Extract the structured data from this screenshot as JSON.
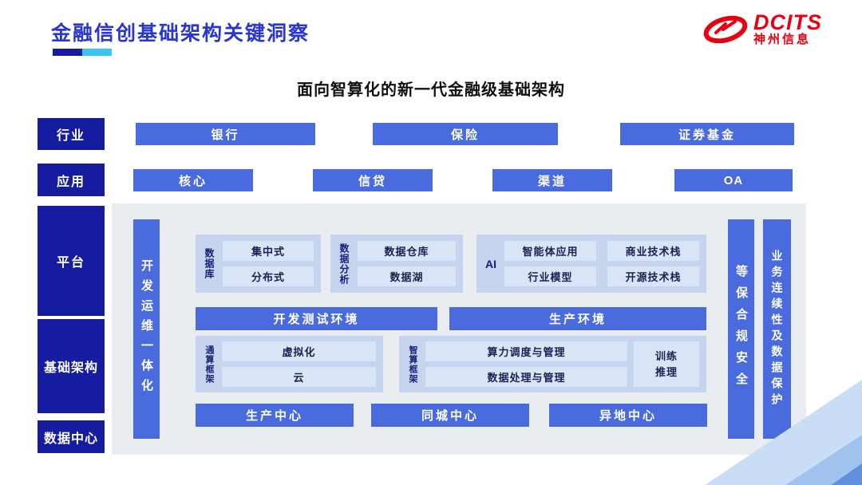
{
  "colors": {
    "navy": "#151c9f",
    "button_blue": "#4a6bdd",
    "light_box": "#d9e4f7",
    "group_bg": "#c6d4ee",
    "panel_bg": "#e9ecf1",
    "title_blue": "#2936cf",
    "accent_cyan": "#38c6f0",
    "logo_red": "#e60012",
    "dark_text": "#1b2150"
  },
  "header": {
    "title": "金融信创基础架构关键洞察",
    "logo": {
      "brand": "DCITS",
      "company": "神州信息"
    }
  },
  "diagram": {
    "subtitle": "面向智算化的新一代金融级基础架构",
    "left_labels": [
      "行业",
      "应用",
      "平台",
      "基础架构",
      "数据中心"
    ],
    "industry_items": [
      "银行",
      "保险",
      "证券基金"
    ],
    "application_items": [
      "核心",
      "信贷",
      "渠道",
      "OA"
    ],
    "devops_bar": "开发运维一体化",
    "security_bar": "等保合规安全",
    "continuity_bar": "业务连续性及数据保护",
    "groups": {
      "database": {
        "label": "数据库",
        "items": [
          "集中式",
          "分布式"
        ]
      },
      "analytics": {
        "label": "数据分析",
        "items": [
          "数据仓库",
          "数据湖"
        ]
      },
      "ai": {
        "label": "AI",
        "items": [
          "智能体应用",
          "商业技术栈",
          "行业模型",
          "开源技术栈"
        ]
      },
      "general_compute": {
        "label": "通算框架",
        "items": [
          "虚拟化",
          "云"
        ]
      },
      "intelligent_compute": {
        "label": "智算框架",
        "items": [
          "算力调度与管理",
          "数据处理与管理"
        ],
        "side_item": "训练推理"
      }
    },
    "environments": [
      "开发测试环境",
      "生产环境"
    ],
    "centers": [
      "生产中心",
      "同城中心",
      "异地中心"
    ]
  }
}
